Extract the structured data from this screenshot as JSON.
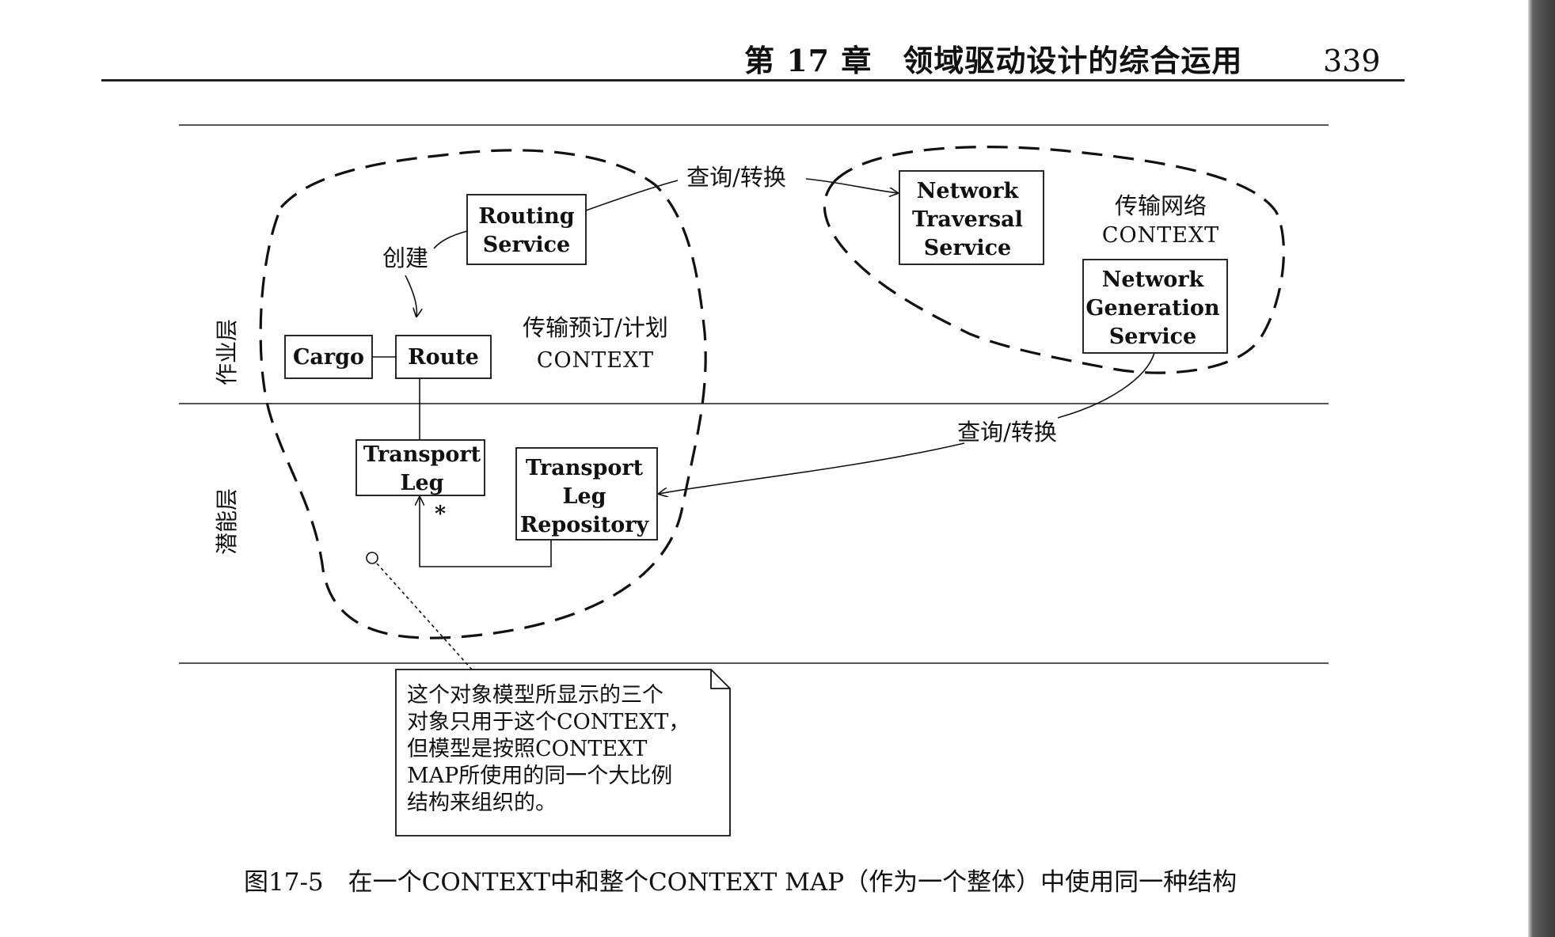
{
  "header": {
    "chapter_title": "第 17 章　领域驱动设计的综合运用",
    "page_number": "339"
  },
  "figure": {
    "layers": {
      "operation": "作业层",
      "potential": "潜能层"
    },
    "classes": {
      "routing_service": [
        "Routing",
        "Service"
      ],
      "cargo": "Cargo",
      "route": "Route",
      "transport_leg": [
        "Transport",
        "Leg"
      ],
      "transport_leg_repository": [
        "Transport",
        "Leg",
        "Repository"
      ],
      "network_traversal_service": [
        "Network",
        "Traversal",
        "Service"
      ],
      "network_generation_service": [
        "Network",
        "Generation",
        "Service"
      ]
    },
    "labels": {
      "create": "创建",
      "query_convert_top": "查询/转换",
      "query_convert_bottom": "查询/转换",
      "multiplicity": "*"
    },
    "contexts": {
      "booking": {
        "name": "传输预订/计划",
        "suffix": "CONTEXT"
      },
      "network": {
        "name": "传输网络",
        "suffix": "CONTEXT"
      }
    },
    "note": "这个对象模型所显示的三个\n对象只用于这个CONTEXT，\n但模型是按照CONTEXT\nMAP所使用的同一个大比例\n结构来组织的。",
    "caption": "图17-5　在一个CONTEXT中和整个CONTEXT MAP（作为一个整体）中使用同一种结构"
  },
  "colors": {
    "ink": "#111111",
    "rule": "#555555",
    "shadow": "#3a3a3a"
  }
}
